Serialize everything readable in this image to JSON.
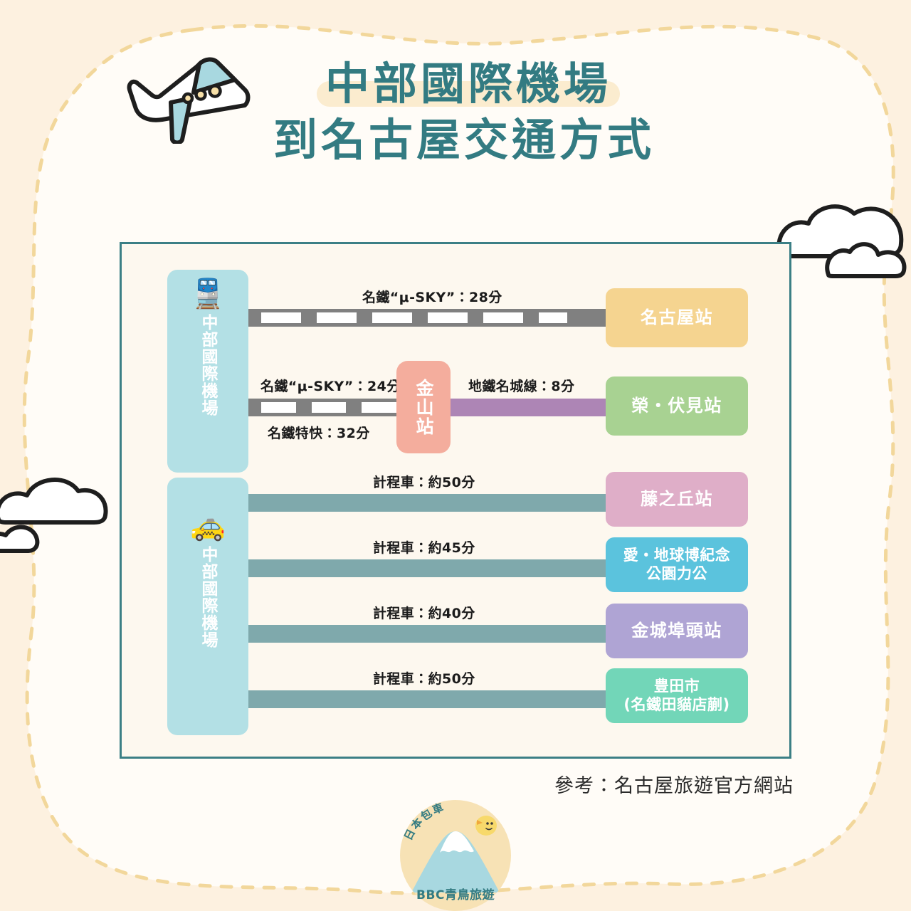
{
  "theme": {
    "page_bg": "#fdf1e0",
    "blob_bg": "#fffcf7",
    "blob_dash": "#f2d79b",
    "accent_teal": "#337b82",
    "frame_border": "#3b7f85",
    "panel_bg": "#fdf8ef",
    "origin_bg": "#b3e0e5",
    "rail_gray": "#808080",
    "subway_purple": "#ad85b5",
    "taxi_bar": "#7fa9ac",
    "transfer_bg": "#f4ad9d",
    "title_highlight": "#fbeccf"
  },
  "header": {
    "title_line1": "中部國際機場",
    "title_line2": "到名古屋交通方式",
    "plane_icon": "airplane-doodle-icon",
    "cloud_icon_right": "cloud-doodle-icon",
    "cloud_icon_left": "cloud-doodle-icon"
  },
  "diagram": {
    "origins": [
      {
        "id": "train",
        "icon": "train-icon",
        "icon_glyph": "🚆",
        "label": "中部國際機場"
      },
      {
        "id": "taxi",
        "icon": "taxi-icon",
        "icon_glyph": "🚕",
        "label": "中部國際機場"
      }
    ],
    "transfer": {
      "label": "金山站",
      "color": "#f4ad9d"
    },
    "routes": [
      {
        "id": "nagoya",
        "mode": "rail",
        "label_above": "名鐵“μ-SKY”：28分",
        "label_below": "",
        "destination": "名古屋站",
        "dest_color": "#f5d490"
      },
      {
        "id": "sakae-fushimi",
        "mode": "rail-transfer",
        "label_above": "名鐵“μ-SKY”：24分",
        "label_below": "名鐵特快：32分",
        "label_second_leg": "地鐵名城線：8分",
        "destination": "榮・伏見站",
        "dest_color": "#a8d292"
      },
      {
        "id": "fujigaoka",
        "mode": "taxi",
        "label_above": "計程車：約50分",
        "destination": "藤之丘站",
        "dest_color": "#dfaec8"
      },
      {
        "id": "expo-park",
        "mode": "taxi",
        "label_above": "計程車：約45分",
        "destination": "愛・地球博紀念\n公園力公",
        "destination_line1": "愛・地球博紀念",
        "destination_line2": "公園力公",
        "dest_color": "#5bc3dd"
      },
      {
        "id": "kinjo-futo",
        "mode": "taxi",
        "label_above": "計程車：約40分",
        "destination": "金城埠頭站",
        "dest_color": "#afa4d4"
      },
      {
        "id": "toyota",
        "mode": "taxi",
        "label_above": "計程車：約50分",
        "destination_line1": "豊田市",
        "destination_line2": "(名鐵田貓店蒯)",
        "dest_color": "#72d6b8"
      }
    ]
  },
  "footer": {
    "source_text": "參考：名古屋旅遊官方網站"
  },
  "logo": {
    "arc_text": "日本包車",
    "brand_text": "BBC青鳥旅遊",
    "bird_icon": "bird-icon",
    "mountain_icon": "mount-fuji-icon",
    "circle_color": "#f7e2b5"
  }
}
